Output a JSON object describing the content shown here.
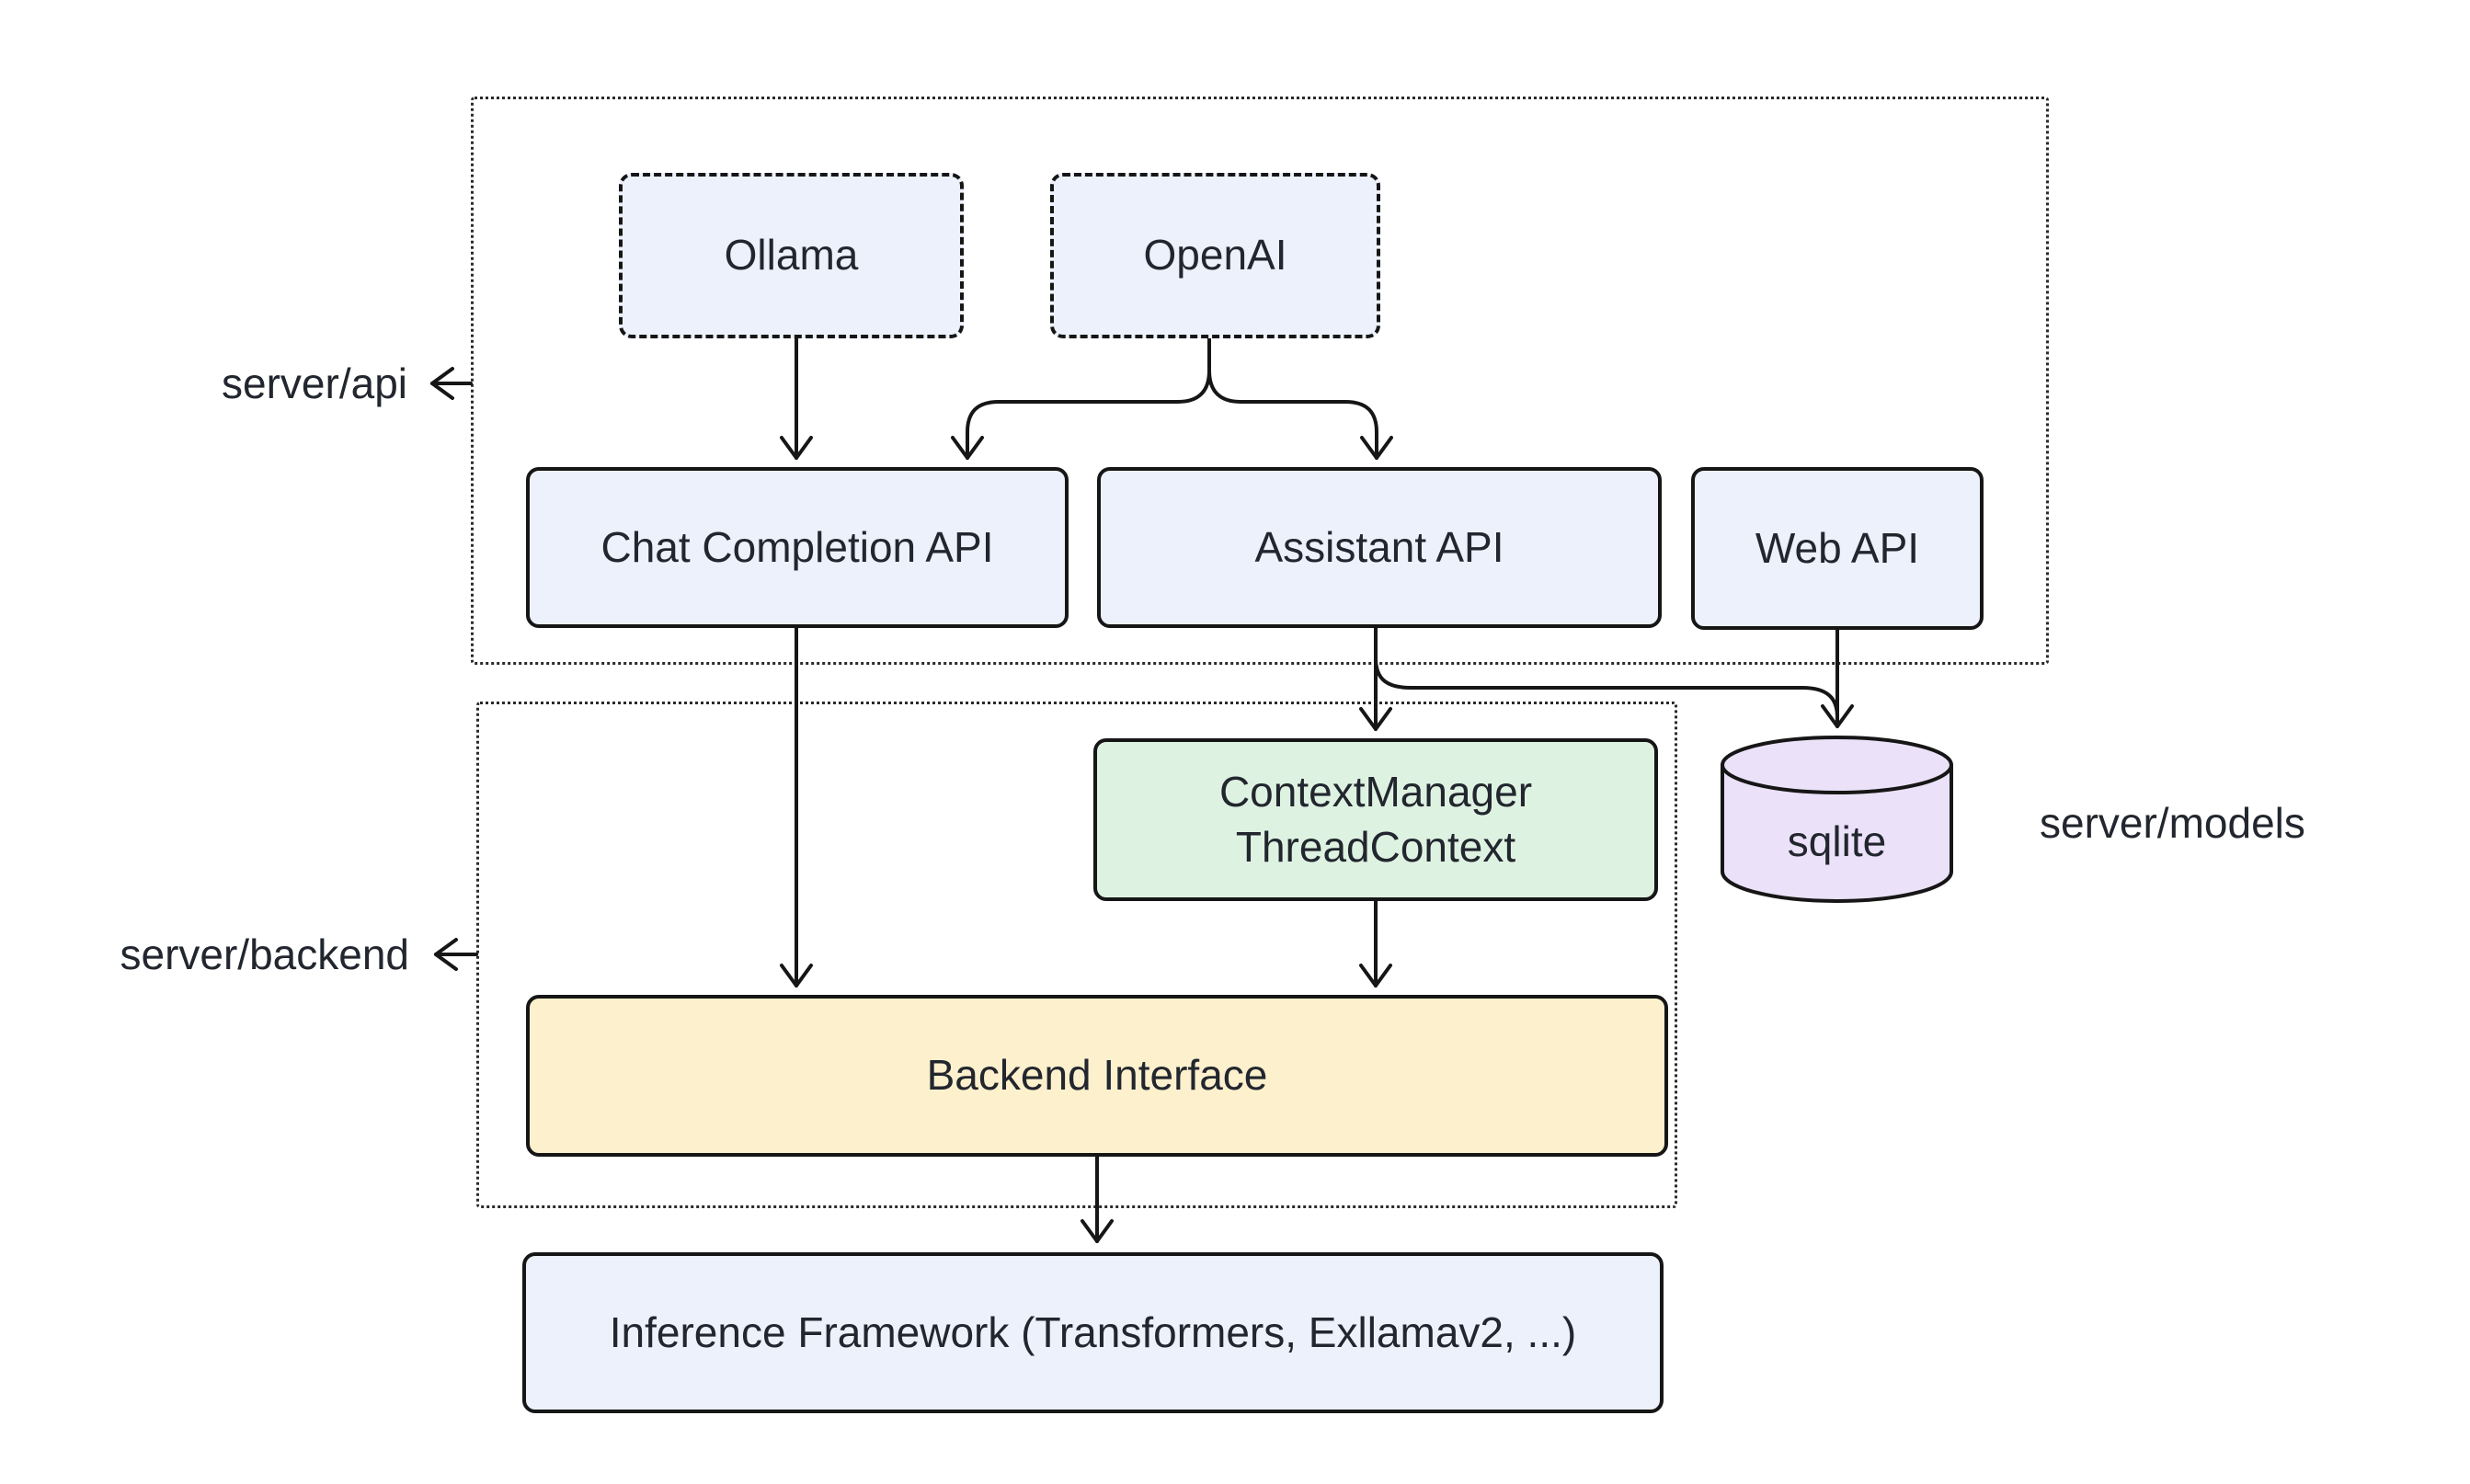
{
  "diagram": {
    "background": "#ffffff",
    "colors": {
      "stroke": "#161616",
      "text": "#22262e",
      "node_blue": "#ecf1fb",
      "node_green": "#def2e2",
      "node_yellow": "#fdf0cd",
      "node_purple": "#ebe1f8",
      "container_border": "#2a2a2a"
    },
    "containers": {
      "api_label": "server/api",
      "backend_label": "server/backend",
      "models_label": "server/models"
    },
    "nodes": {
      "ollama": "Ollama",
      "openai": "OpenAI",
      "chat_completion": "Chat Completion API",
      "assistant": "Assistant API",
      "web": "Web API",
      "context_line1": "ContextManager",
      "context_line2": "ThreadContext",
      "sqlite": "sqlite",
      "backend_interface": "Backend Interface",
      "inference": "Inference Framework (Transformers, Exllamav2, ...)"
    },
    "edges": [
      {
        "from": "Ollama",
        "to": "Chat Completion API"
      },
      {
        "from": "OpenAI",
        "to": "Chat Completion API"
      },
      {
        "from": "OpenAI",
        "to": "Assistant API"
      },
      {
        "from": "Chat Completion API",
        "to": "Backend Interface"
      },
      {
        "from": "Assistant API",
        "to": "ContextManager ThreadContext"
      },
      {
        "from": "Assistant API",
        "to": "sqlite"
      },
      {
        "from": "Web API",
        "to": "sqlite"
      },
      {
        "from": "ContextManager ThreadContext",
        "to": "Backend Interface"
      },
      {
        "from": "Backend Interface",
        "to": "Inference Framework (Transformers, Exllamav2, ...)"
      }
    ]
  }
}
